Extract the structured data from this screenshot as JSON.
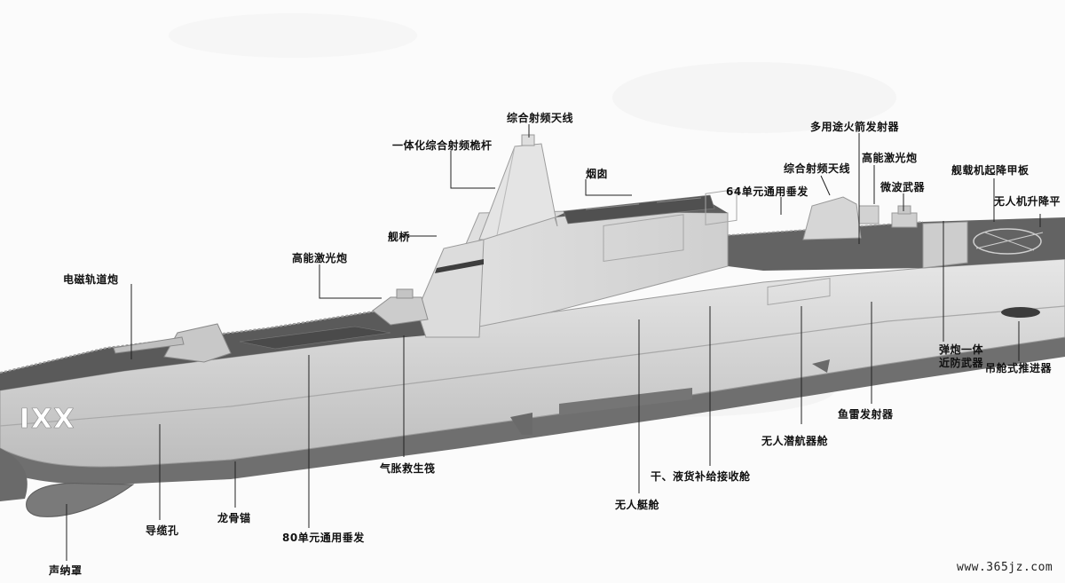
{
  "diagram": {
    "hull_marking": "IXX",
    "watermark": "www.365jz.com",
    "labels": {
      "integrated_rf_antenna_top": "综合射频天线",
      "integrated_rf_mast": "一体化综合射频桅杆",
      "funnel": "烟囱",
      "multi_rocket_launcher": "多用途火箭发射器",
      "integrated_rf_antenna_aft": "综合射频天线",
      "high_energy_laser_aft": "高能激光炮",
      "vls_64": "64单元通用垂发",
      "microwave_weapon": "微波武器",
      "helideck": "舰载机起降甲板",
      "uav_deck": "无人机升降平",
      "bridge": "舰桥",
      "high_energy_laser_fwd": "高能激光炮",
      "railgun": "电磁轨道炮",
      "ciws": "弹炮一体\n近防武器",
      "pod_propulsor": "吊舱式推进器",
      "torpedo_launcher": "鱼雷发射器",
      "uuv_bay": "无人潜航器舱",
      "replenishment": "干、液货补给接收舱",
      "usv_bay": "无人艇舱",
      "life_raft": "气胀救生筏",
      "vls_80": "80单元通用垂发",
      "keel_anchor": "龙骨锚",
      "fairlead": "导缆孔",
      "sonar_dome": "声纳罩"
    }
  }
}
